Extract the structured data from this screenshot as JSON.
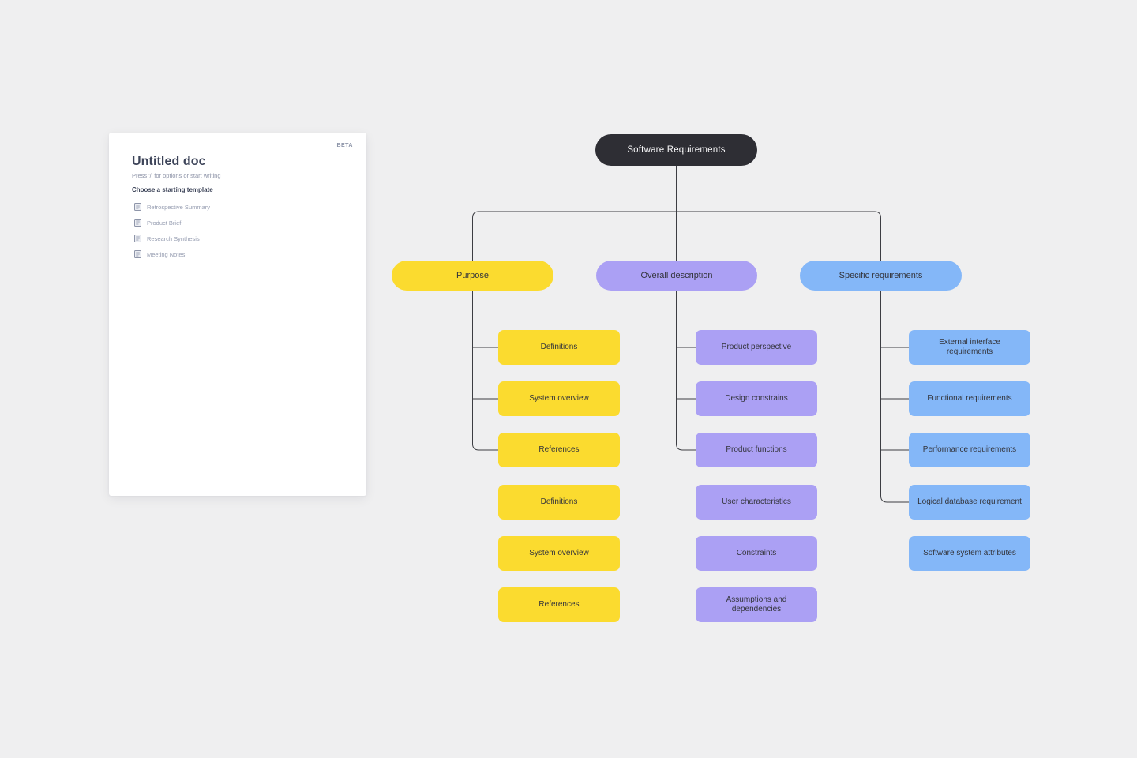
{
  "colors": {
    "canvas_bg": "#efeff0",
    "root_node": "#2e2e34",
    "purpose_branch": "#fbdb2f",
    "overall_description_branch": "#aba0f4",
    "specific_requirements_branch": "#84b7f8",
    "connector_line": "#3c3d42",
    "doc_panel_bg": "#ffffff"
  },
  "doc_panel": {
    "beta_badge": "BETA",
    "title": "Untitled doc",
    "placeholder_hint": "Press '/' for options or start writing",
    "templates_heading": "Choose a starting template",
    "templates": [
      {
        "icon": "document-icon",
        "label": "Retrospective Summary"
      },
      {
        "icon": "document-icon",
        "label": "Product Brief"
      },
      {
        "icon": "document-icon",
        "label": "Research Synthesis"
      },
      {
        "icon": "document-icon",
        "label": "Meeting Notes"
      }
    ]
  },
  "diagram": {
    "root": {
      "label": "Software Requirements"
    },
    "branches": [
      {
        "label": "Purpose",
        "children": [
          "Definitions",
          "System overview",
          "References"
        ],
        "detached": [
          "Definitions",
          "System overview",
          "References"
        ]
      },
      {
        "label": "Overall description",
        "children": [
          "Product perspective",
          "Design constrains",
          "Product functions"
        ],
        "detached": [
          "User characteristics",
          "Constraints",
          "Assumptions and dependencies"
        ]
      },
      {
        "label": "Specific requirements",
        "children": [
          "External interface requirements",
          "Functional requirements",
          "Performance requirements",
          "Logical database requirement"
        ],
        "detached": [
          "Software system attributes"
        ]
      }
    ]
  }
}
